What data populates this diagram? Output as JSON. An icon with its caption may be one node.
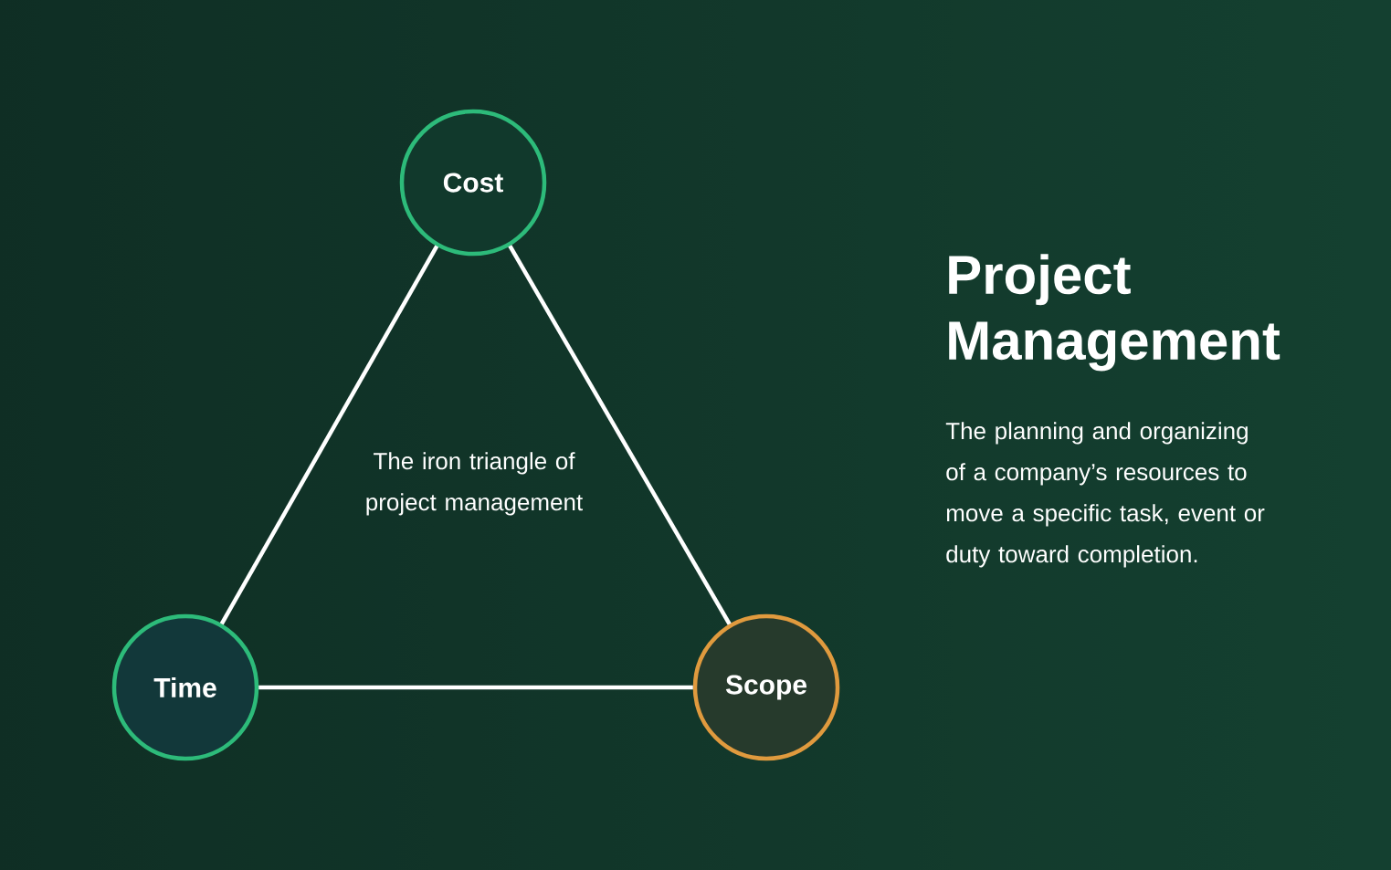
{
  "diagram": {
    "title": "Project Management",
    "nodes": [
      {
        "text": [
          "Cost"
        ]
      },
      {
        "text": [
          "Time"
        ]
      },
      {
        "text": [
          "Scope"
        ]
      }
    ],
    "edges": [
      {
        "from": 0,
        "to": 1,
        "arrow": "none"
      },
      {
        "from": 0,
        "to": 2,
        "arrow": "none"
      },
      {
        "from": 1,
        "to": 2,
        "arrow": "none"
      }
    ],
    "labels": [
      "The iron triangle of project management",
      "The planning and organizing of a company’s resources to move a specific task, event or duty toward completion."
    ]
  }
}
